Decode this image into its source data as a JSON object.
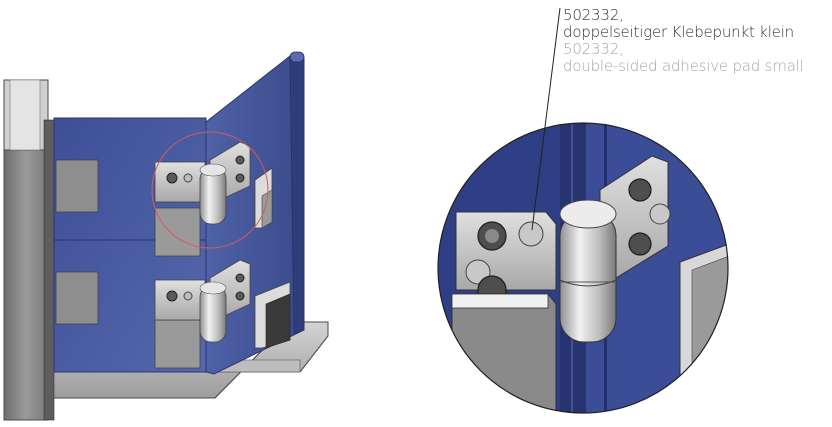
{
  "callout": {
    "de_part_number": "502332,",
    "de_description": "doppelseitiger Klebepunkt klein",
    "en_part_number": "502332,",
    "en_description": "double-sided adhesive pad small"
  },
  "colors": {
    "panel_blue": "#4a5b9c",
    "panel_blue_dark": "#2c3670",
    "detail_circle_border": "#d65a5a",
    "frame_grey": "#8a8a8a",
    "hinge_silver": "#c7c7c7"
  },
  "icons": {
    "detail_marker": "circle",
    "leader_line": "line"
  }
}
